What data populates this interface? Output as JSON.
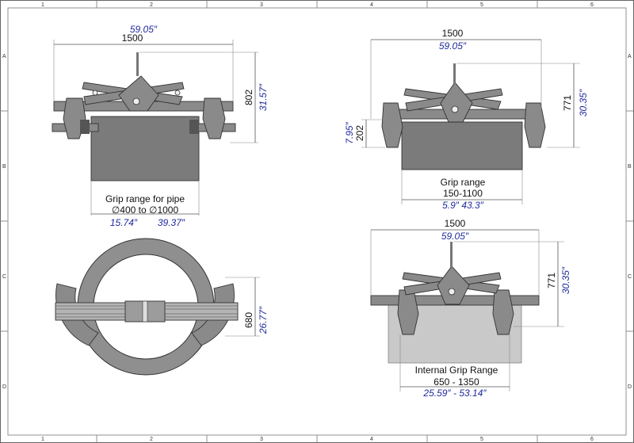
{
  "grid": {
    "columns": [
      "1",
      "2",
      "3",
      "4",
      "5",
      "6"
    ],
    "rows": [
      "A",
      "B",
      "C",
      "D"
    ]
  },
  "view_top_left": {
    "width_in": "59.05″",
    "width_mm": "1500",
    "height_mm": "802",
    "height_in": "31.57″",
    "caption_line1": "Grip range for pipe",
    "caption_line2": "∅400 to ∅1000",
    "range_in_min": "15.74″",
    "range_in_max": "39.37″"
  },
  "view_top_right": {
    "width_mm": "1500",
    "width_in": "59.05″",
    "height_mm": "771",
    "height_in": "30.35″",
    "side_mm": "202",
    "side_in": "7.95″",
    "caption_line1": "Grip range",
    "caption_line2": "150-1100",
    "range_in": "5.9″  43.3″"
  },
  "view_bottom_left": {
    "height_mm": "680",
    "height_in": "26.77″"
  },
  "view_bottom_right": {
    "width_mm": "1500",
    "width_in": "59.05″",
    "height_mm": "771",
    "height_in": "30.35″",
    "caption_line1": "Internal Grip Range",
    "caption_line2": "650 - 1350",
    "range_in": "25.59″ - 53.14″"
  },
  "colors": {
    "part_fill": "#8a8a8a",
    "part_dark": "#6f6f6f",
    "box_fill": "#7b7b7b",
    "dim_blue": "#1f2a9c"
  }
}
